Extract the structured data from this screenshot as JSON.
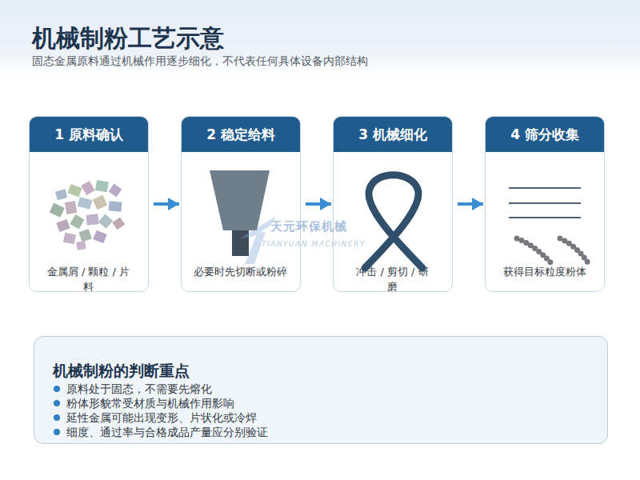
{
  "diagram": {
    "title": "机械制粉工艺示意",
    "caption": "固态金属原料通过机械作用逐步细化，不代表任何具体设备内部结构",
    "nodes": [
      {
        "text": [
          "1 原料确认",
          "金属屑 / 颗粒 / 片料"
        ]
      },
      {
        "text": [
          "2 稳定给料",
          "必要时先切断或粉碎"
        ]
      },
      {
        "text": [
          "3 机械细化",
          "冲击 / 剪切 / 研磨"
        ]
      },
      {
        "text": [
          "4 筛分收集",
          "获得目标粒度粉体"
        ]
      },
      {
        "text": [
          "机械制粉的判断重点",
          "原料处于固态，不需要先熔化",
          "粉体形貌常受材质与机械作用影响",
          "延性金属可能出现变形、片状化或冷焊",
          "细度、通过率与合格成品产量应分别验证"
        ]
      }
    ],
    "edges": [
      {
        "from": 0,
        "to": 1,
        "arrow": "to"
      },
      {
        "from": 1,
        "to": 2,
        "arrow": "to"
      },
      {
        "from": 2,
        "to": 3,
        "arrow": "to"
      }
    ],
    "labels": [
      "天元环保机械",
      "TIANYUAN MACHINERY"
    ]
  }
}
